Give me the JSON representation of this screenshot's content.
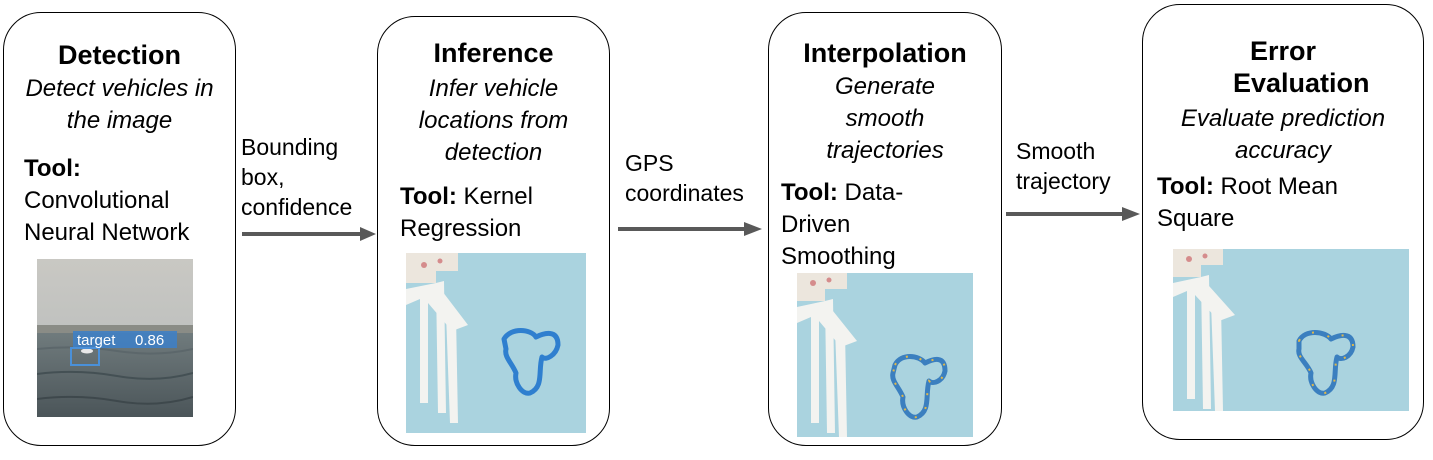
{
  "stages": [
    {
      "title": "Detection",
      "description": "Detect vehicles in the image",
      "tool_label": "Tool:",
      "tool_value": "Convolutional Neural Network"
    },
    {
      "title": "Inference",
      "description": "Infer vehicle locations from detection",
      "tool_label": "Tool:",
      "tool_value": "Kernel Regression"
    },
    {
      "title": "Interpolation",
      "description": "Generate smooth trajectories",
      "tool_label": "Tool:",
      "tool_value": "Data-Driven Smoothing"
    },
    {
      "title": "Error Evaluation",
      "description": "Evaluate prediction accuracy",
      "tool_label": "Tool:",
      "tool_value": "Root Mean Square"
    }
  ],
  "edges": [
    {
      "label": "Bounding box, confidence"
    },
    {
      "label": "GPS coordinates"
    },
    {
      "label": "Smooth trajectory"
    }
  ],
  "detection_image": {
    "box_label": "target",
    "confidence": "0.86"
  },
  "colors": {
    "arrow": "#595959",
    "water": "#aad3df",
    "trajectory": "#2f7fcf",
    "box": "#4a90d9"
  }
}
